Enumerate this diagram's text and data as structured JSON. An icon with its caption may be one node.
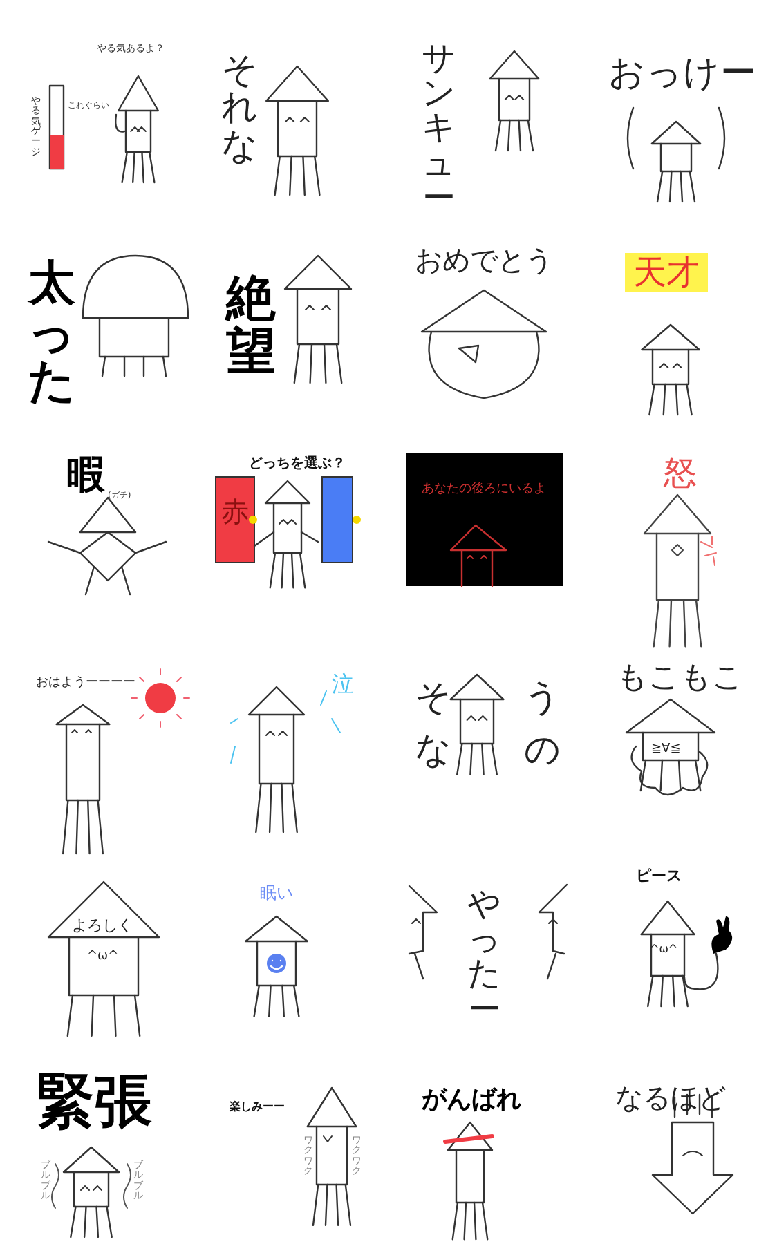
{
  "diagram": {
    "labels": [
      "やる気あるよ？",
      "やる気ゲージ",
      "これぐらい",
      "それな",
      "サンキュー",
      "おっけー",
      "太った",
      "絶望",
      "おめでとう",
      "天才",
      "暇",
      "(ガチ)",
      "どっちを選ぶ？",
      "赤",
      "あなたの後ろにいるよ",
      "怒",
      "おはようーーーー",
      "泣",
      "そうなの",
      "もこもこ",
      "≧∀≦",
      "よろしく",
      "^ω^",
      "眠い",
      "やったー",
      "ピース",
      "^ω^",
      "緊張",
      "ブルブル",
      "ブルブル",
      "楽しみーー",
      "ワクワク",
      "ワクワク",
      "がんばれ",
      "なるほど"
    ]
  }
}
